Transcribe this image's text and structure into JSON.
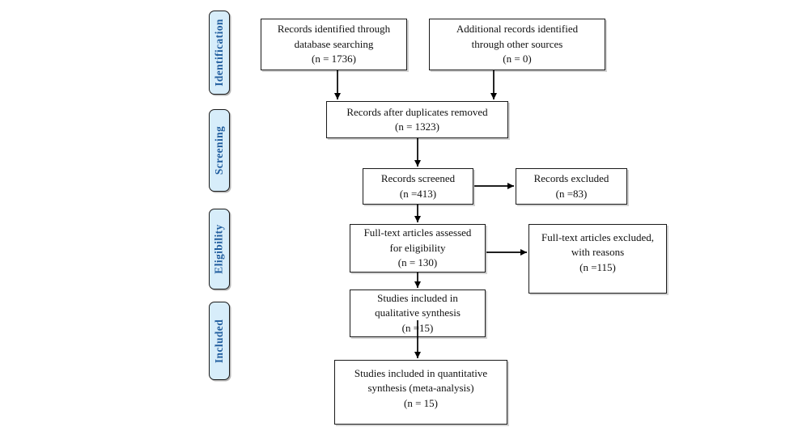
{
  "colors": {
    "background": "#ffffff",
    "stage_fill": "#d7edfa",
    "stage_border": "#1a1a1a",
    "stage_text": "#215e9e",
    "box_border": "#1a1a1a",
    "box_text": "#111111",
    "arrow": "#000000"
  },
  "stages": [
    {
      "label": "Identification"
    },
    {
      "label": "Screening"
    },
    {
      "label": "Eligibility"
    },
    {
      "label": "Included"
    }
  ],
  "boxes": {
    "records_identified": {
      "text": "Records identified through\ndatabase searching\n(n = 1736)"
    },
    "additional_records": {
      "text": "Additional records identified\nthrough other sources\n(n = 0)"
    },
    "duplicates_removed": {
      "text": "Records after duplicates removed\n(n = 1323)"
    },
    "records_screened": {
      "text": "Records screened\n(n =413)"
    },
    "records_excluded": {
      "text": "Records excluded\n(n =83)"
    },
    "fulltext_assessed": {
      "text": "Full-text articles assessed\nfor eligibility\n(n = 130)"
    },
    "fulltext_excluded": {
      "text": "Full-text articles excluded,\nwith reasons\n(n =115)"
    },
    "qualitative_synthesis": {
      "text": "Studies included in\nqualitative synthesis\n(n =15)"
    },
    "quantitative_synthesis": {
      "text": "Studies included in quantitative\nsynthesis (meta-analysis)\n(n = 15)"
    }
  }
}
